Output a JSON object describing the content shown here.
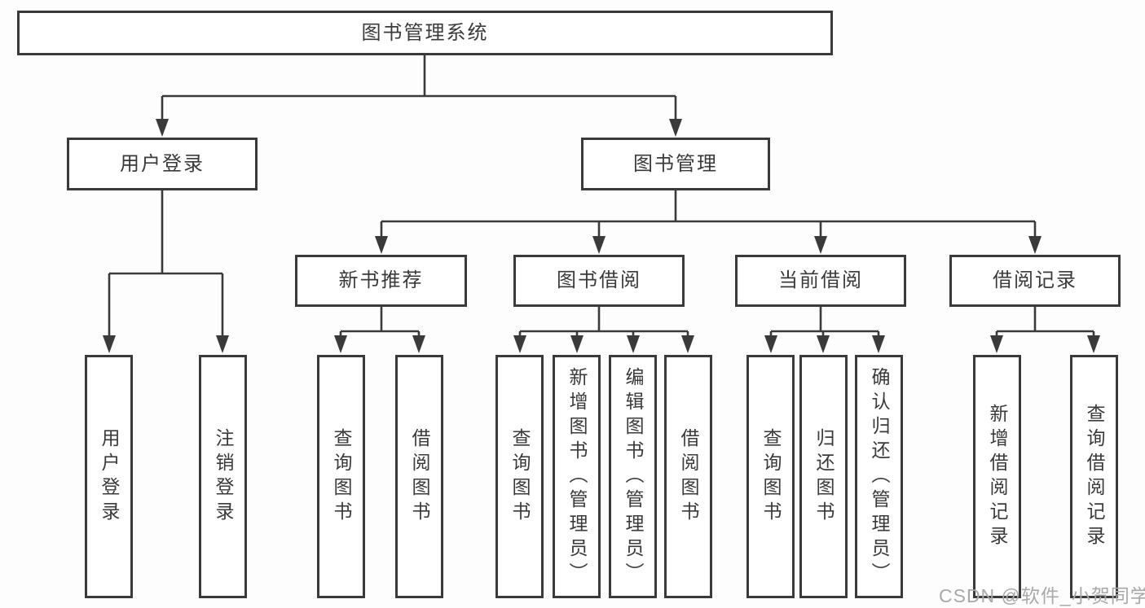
{
  "nodes": {
    "root": "图书管理系统",
    "user_login": "用户登录",
    "book_mgmt": "图书管理",
    "new_book": "新书推荐",
    "book_borrow": "图书借阅",
    "current_borrow": "当前借阅",
    "borrow_record": "借阅记录",
    "leaf_user_login": "用户登录",
    "leaf_logout": "注销登录",
    "leaf_nb_query": "查询图书",
    "leaf_nb_borrow": "借阅图书",
    "leaf_bb_query": "查询图书",
    "leaf_bb_add": "新增图书（管理员）",
    "leaf_bb_edit": "编辑图书（管理员）",
    "leaf_bb_borrow": "借阅图书",
    "leaf_cb_query": "查询图书",
    "leaf_cb_return": "归还图书",
    "leaf_cb_confirm": "确认归还（管理员）",
    "leaf_br_add": "新增借阅记录",
    "leaf_br_query": "查询借阅记录"
  },
  "watermark": "CSDN @软件_小贺同学",
  "colors": {
    "line": "#3a3a3a",
    "text": "#3a3a3a",
    "background": "#fdfdfd",
    "box_fill": "#ffffff",
    "watermark": "#a8a8a8"
  }
}
